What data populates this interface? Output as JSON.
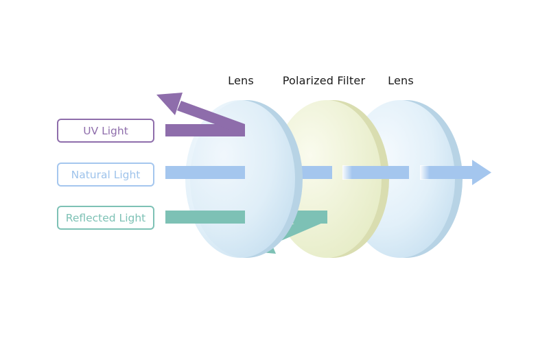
{
  "labels": {
    "lens_left": "Lens",
    "polarized_filter": "Polarized Filter",
    "lens_right": "Lens"
  },
  "light_types": [
    {
      "label": "UV Light",
      "color": "#8E6DAB"
    },
    {
      "label": "Natural Light",
      "color": "#A4C6EE"
    },
    {
      "label": "Reflected Light",
      "color": "#7DC1B5"
    }
  ],
  "colors": {
    "lens_face": "#DCEDF8",
    "lens_edge": "#B5D2E4",
    "filter_face": "#EEF2CF",
    "filter_edge": "#D8DCAD",
    "uv_arrow": "#8E6DAB",
    "natural_arrow": "#A4C6EE",
    "reflected_arrow": "#7DC1B5",
    "pill_text_natural": "#9EC3EB"
  }
}
